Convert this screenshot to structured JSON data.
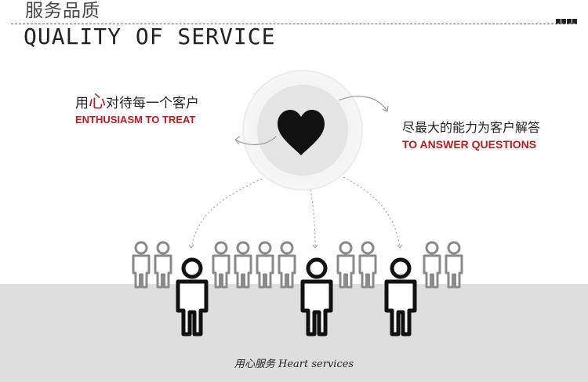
{
  "header": {
    "title_cn": "服务品质",
    "title_en": "QUALITY OF SERVICE"
  },
  "left_caption": {
    "cn_prefix": "用",
    "cn_highlight": "心",
    "cn_suffix": "对待每一个客户",
    "en": "ENTHUSIASM TO TREAT"
  },
  "right_caption": {
    "cn": "尽最大的能力为客户解答",
    "en": "TO ANSWER QUESTIONS"
  },
  "footer": {
    "text": "用心服务 Heart services"
  },
  "colors": {
    "accent": "#c8161d",
    "floor": "#dedede",
    "figure_stroke": "#111111",
    "figure_small_stroke": "#888888"
  },
  "icons": [
    "heart-icon",
    "curved-arrow-icon",
    "person-icon"
  ]
}
